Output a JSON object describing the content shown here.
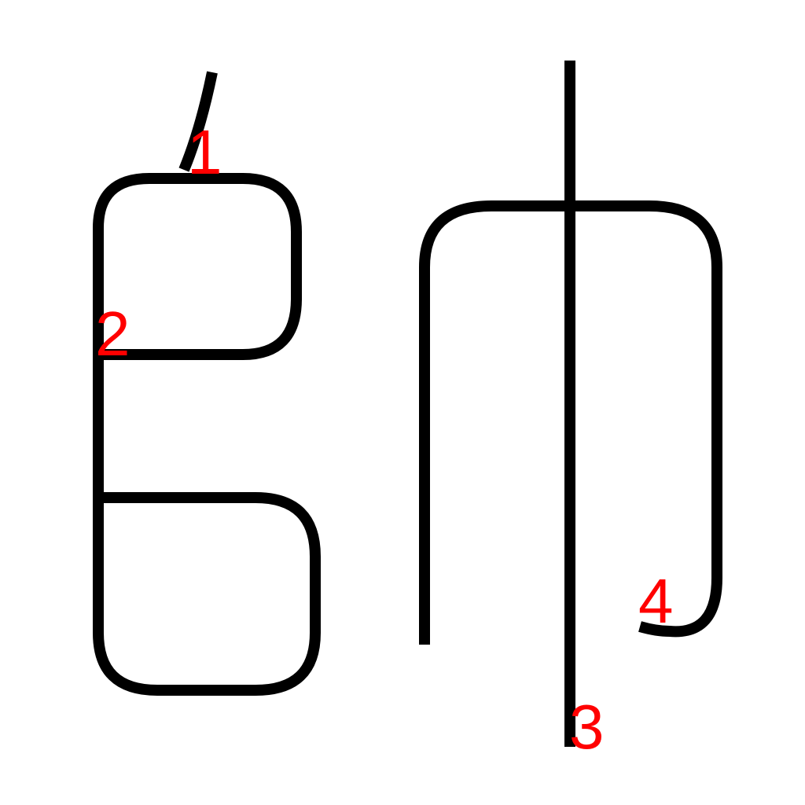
{
  "colors": {
    "stroke": "#000000",
    "label": "#ff0000",
    "background": "#ffffff"
  },
  "strokes": [
    {
      "id": "stroke-1",
      "number": "1"
    },
    {
      "id": "stroke-2",
      "number": "2"
    },
    {
      "id": "stroke-3",
      "number": "3"
    },
    {
      "id": "stroke-4",
      "number": "4"
    }
  ]
}
